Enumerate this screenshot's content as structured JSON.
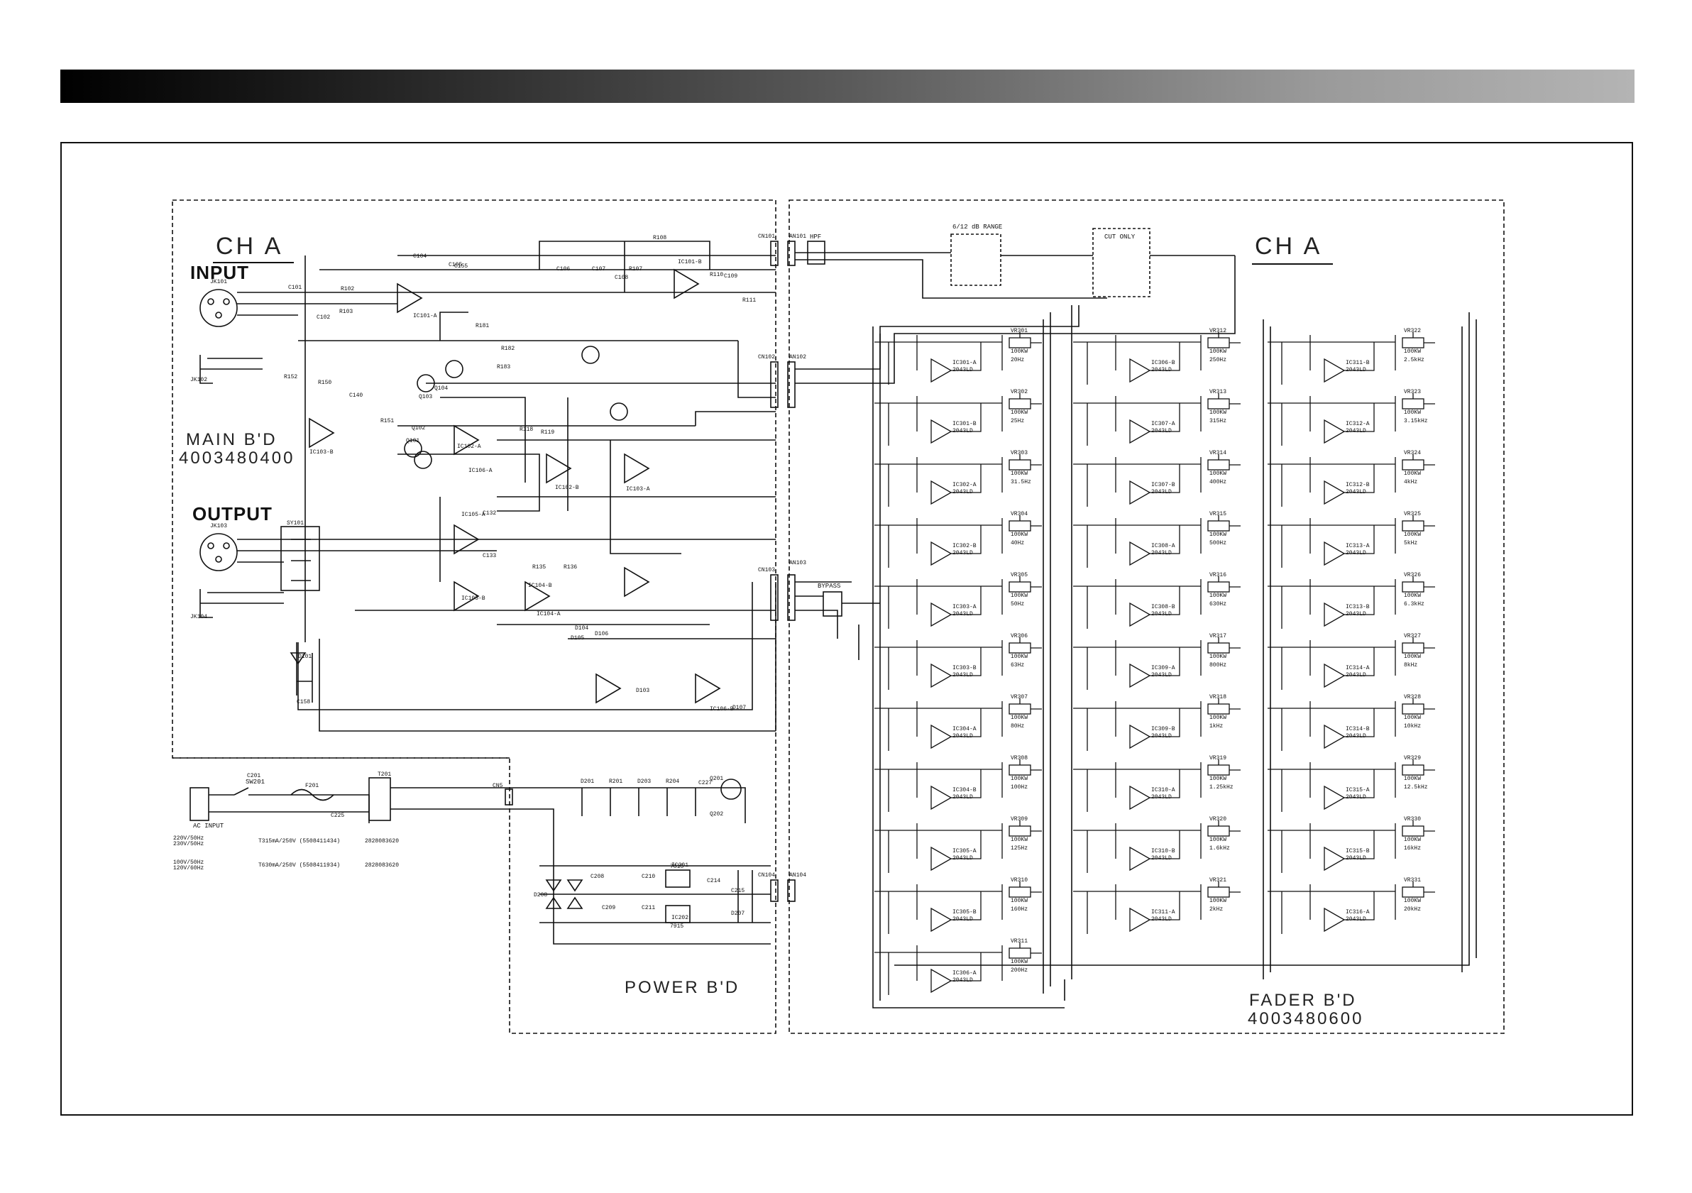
{
  "sections": {
    "main_channel": "CH  A",
    "fader_channel": "CH  A",
    "input": "INPUT",
    "output": "OUTPUT",
    "main_board": "MAIN B'D",
    "main_board_no": "4003480400",
    "power_board": "POWER B'D",
    "fader_board": "FADER B'D",
    "fader_board_no": "4003480600"
  },
  "switches": {
    "hpf": "HPF",
    "range": "6/12 dB RANGE",
    "cut_only": "CUT ONLY",
    "bypass": "BYPASS",
    "power": "SW201",
    "ac_input": "AC INPUT"
  },
  "connectors": [
    "CN101",
    "AN101",
    "CN102",
    "AN102",
    "CN103",
    "AN103",
    "CN104",
    "AN104",
    "CN5"
  ],
  "jacks": [
    "JK101",
    "JK102",
    "JK103",
    "JK104"
  ],
  "fuse_table": [
    {
      "voltage": "220V/50Hz\n230V/50Hz",
      "fuse": "T315mA/250V (5508411434)",
      "code": "2828083620"
    },
    {
      "voltage": "100V/50Hz\n120V/60Hz",
      "fuse": "T630mA/250V (5508411934)",
      "code": "2828083620"
    }
  ],
  "fader_bands": {
    "col1": [
      "20Hz",
      "25Hz",
      "31.5Hz",
      "40Hz",
      "50Hz",
      "63Hz",
      "80Hz",
      "100Hz",
      "125Hz",
      "160Hz",
      "200Hz"
    ],
    "col2": [
      "250Hz",
      "315Hz",
      "400Hz",
      "500Hz",
      "630Hz",
      "800Hz",
      "1kHz",
      "1.25kHz",
      "1.6kHz",
      "2kHz"
    ],
    "col3": [
      "2.5kHz",
      "3.15kHz",
      "4kHz",
      "5kHz",
      "6.3kHz",
      "8kHz",
      "10kHz",
      "12.5kHz",
      "16kHz",
      "20kHz"
    ]
  },
  "fader_pots": {
    "col1": [
      "VR301",
      "VR302",
      "VR303",
      "VR304",
      "VR305",
      "VR306",
      "VR307",
      "VR308",
      "VR309",
      "VR310",
      "VR311"
    ],
    "col2": [
      "VR312",
      "VR313",
      "VR314",
      "VR315",
      "VR316",
      "VR317",
      "VR318",
      "VR319",
      "VR320",
      "VR321"
    ],
    "col3": [
      "VR322",
      "VR323",
      "VR324",
      "VR325",
      "VR326",
      "VR327",
      "VR328",
      "VR329",
      "VR330",
      "VR331"
    ]
  },
  "pot_value": "100KW",
  "ic_labels": {
    "col1": [
      "IC301-A",
      "IC301-B",
      "IC302-A",
      "IC302-B",
      "IC303-A",
      "IC303-B",
      "IC304-A",
      "IC304-B",
      "IC305-A",
      "IC305-B",
      "IC306-A"
    ],
    "col2": [
      "IC306-B",
      "IC307-A",
      "IC307-B",
      "IC308-A",
      "IC308-B",
      "IC309-A",
      "IC309-B",
      "IC310-A",
      "IC310-B",
      "IC311-A"
    ],
    "col3": [
      "IC311-B",
      "IC312-A",
      "IC312-B",
      "IC313-A",
      "IC313-B",
      "IC314-A",
      "IC314-B",
      "IC315-A",
      "IC315-B",
      "IC316-A"
    ]
  },
  "ic_type": "2043LD",
  "main_parts": [
    "R108",
    "IC101-B",
    "C104",
    "C105",
    "IC101-A",
    "R102",
    "C101",
    "C102",
    "R103",
    "C155",
    "C106",
    "C107",
    "R107",
    "C108",
    "R110",
    "C109",
    "R111",
    "R181",
    "R182",
    "R183",
    "C140",
    "R152",
    "IC103-B",
    "R150",
    "R151",
    "Q101",
    "Q102",
    "Q103",
    "Q104",
    "IC102-A",
    "IC102-B",
    "R118",
    "R119",
    "IC103-A",
    "IC104-A",
    "IC104-B",
    "IC105-A",
    "IC105-B",
    "IC106-A",
    "IC106-B",
    "R135",
    "R136",
    "C132",
    "C133",
    "D101",
    "C158",
    "SY101",
    "D104",
    "D105",
    "D106",
    "D107",
    "D103"
  ],
  "power_parts": [
    "C201",
    "F201",
    "T201",
    "C225",
    "D201",
    "R201",
    "D203",
    "R204",
    "C227",
    "Q201",
    "Q202",
    "IC201",
    "IC202",
    "C208",
    "C209",
    "C210",
    "C211",
    "C214",
    "C215",
    "D207",
    "D208"
  ],
  "power_ics": [
    "7815",
    "7915"
  ]
}
